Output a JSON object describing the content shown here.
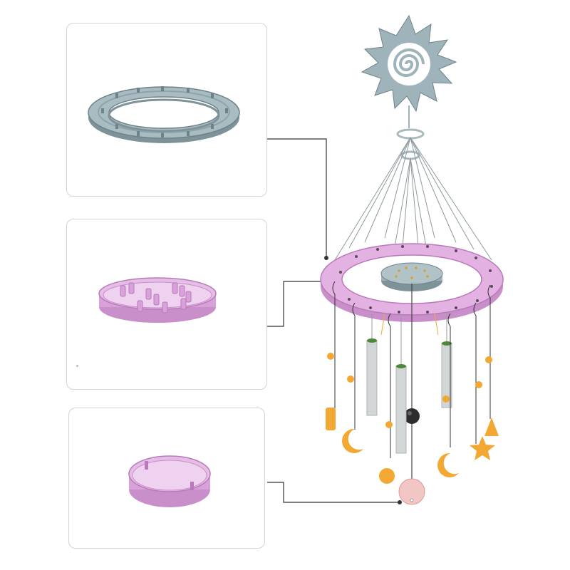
{
  "figure": {
    "panels": [
      {
        "id": "large-ring-mold"
      },
      {
        "id": "pegged-tray-mold"
      },
      {
        "id": "small-round-mold"
      }
    ],
    "colors": {
      "gray_part": "#9fb3ba",
      "gray_edge": "#6d8289",
      "pink_part": "#d9a1da",
      "pink_edge": "#b87bb9",
      "orange_charm": "#f2a833",
      "connector_line": "#333333",
      "panel_border": "#d4d4d4"
    },
    "icons": [
      "sun-ornament-icon",
      "moon-charm-icon",
      "star-charm-icon",
      "triangle-charm-icon",
      "round-charm-icon",
      "bead-icon"
    ]
  }
}
